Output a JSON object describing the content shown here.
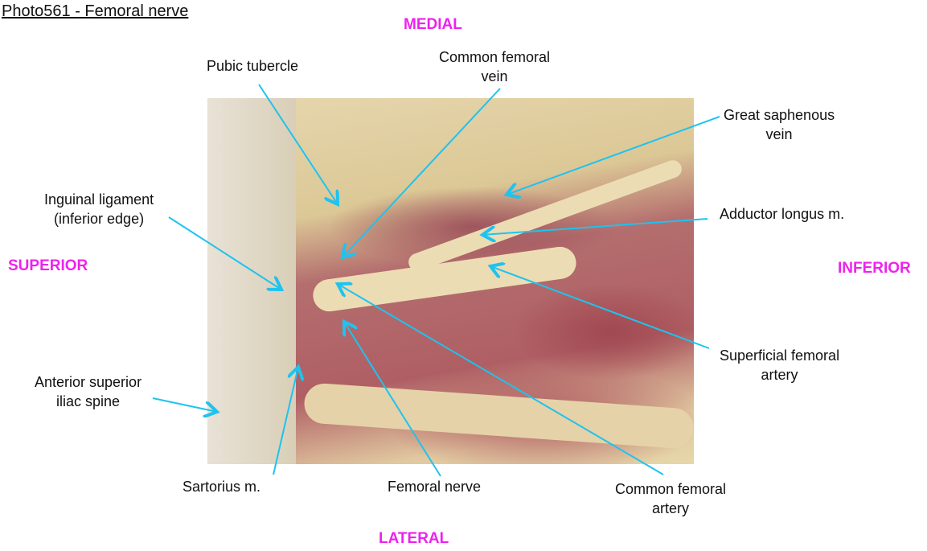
{
  "title": "Photo561 - Femoral nerve",
  "orientation": {
    "medial": "MEDIAL",
    "lateral": "LATERAL",
    "superior": "SUPERIOR",
    "inferior": "INFERIOR"
  },
  "labels": {
    "pubic_tubercle": "Pubic tubercle",
    "common_femoral_vein": [
      "Common femoral",
      "vein"
    ],
    "great_saphenous_vein": [
      "Great saphenous",
      "vein"
    ],
    "adductor_longus": "Adductor longus m.",
    "inguinal_ligament": [
      "Inguinal ligament",
      "(inferior edge)"
    ],
    "superficial_femoral_artery": [
      "Superficial femoral",
      "artery"
    ],
    "asis": [
      "Anterior superior",
      "iliac spine"
    ],
    "sartorius": "Sartorius m.",
    "femoral_nerve": "Femoral nerve",
    "common_femoral_artery": [
      "Common femoral",
      "artery"
    ]
  },
  "colors": {
    "leader": "#1ec3ef",
    "orientation": "#ee22ee"
  }
}
